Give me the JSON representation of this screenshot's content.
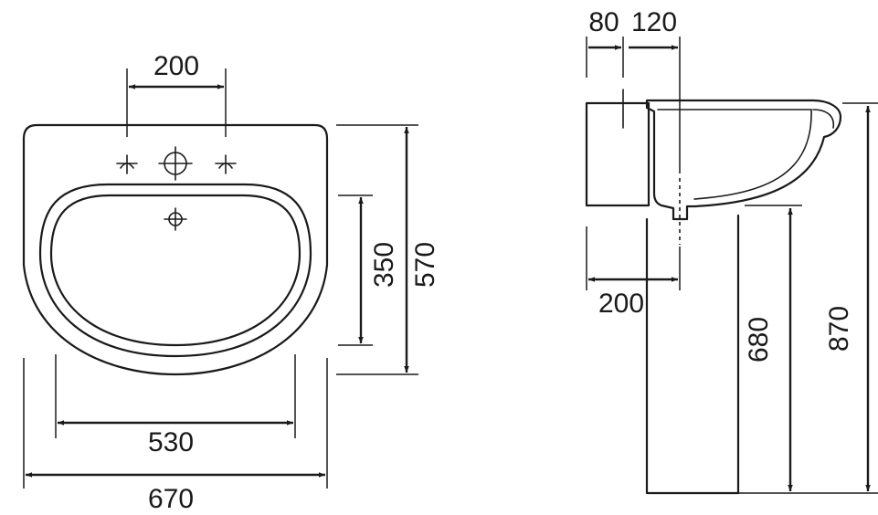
{
  "front_view": {
    "tap_spacing": "200",
    "inner_width": "530",
    "outer_width": "670",
    "bowl_depth": "350",
    "total_depth": "570"
  },
  "side_view": {
    "wall_offset": "80",
    "back_to_waste": "120",
    "pedestal_setback": "200",
    "floor_to_bowl": "680",
    "floor_to_rim": "870"
  }
}
